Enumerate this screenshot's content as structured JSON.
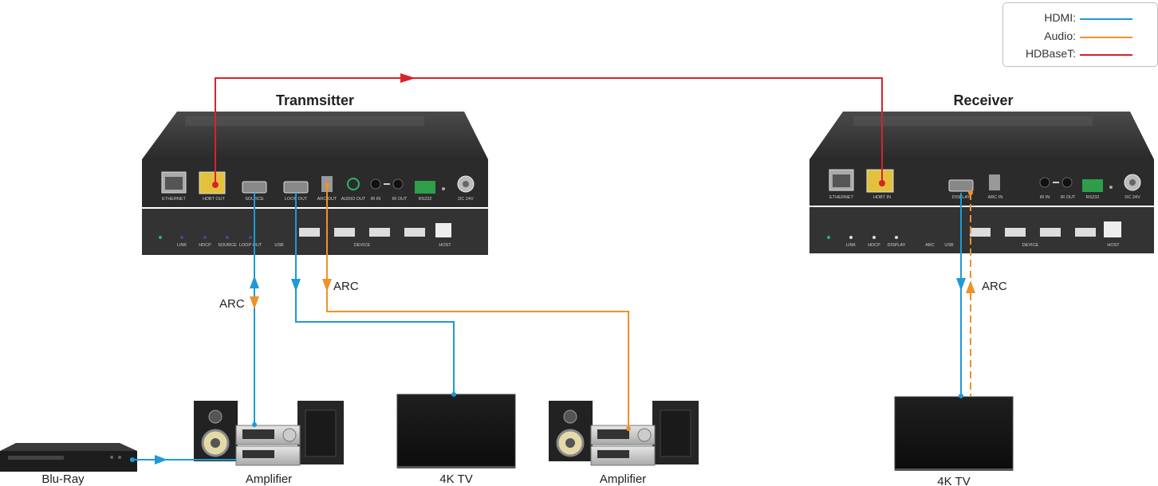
{
  "legend": {
    "hdmi": "HDMI:",
    "audio": "Audio:",
    "hdbaset": "HDBaseT:"
  },
  "colors": {
    "hdmi": "#1e9ad6",
    "audio": "#f0912a",
    "hdbaset": "#d7232a"
  },
  "titles": {
    "transmitter": "Tranmsitter",
    "receiver": "Receiver"
  },
  "tx_ports": {
    "ethernet": "ETHERNET",
    "hdbt_out": "HDBT OUT",
    "source": "SOURCE",
    "loop_out": "LOOP OUT",
    "arc_out": "ARC OUT",
    "audio_out": "AUDIO OUT",
    "ir_in": "IR IN",
    "ir_out": "IR OUT",
    "rs232": "RS232",
    "dc": "DC 24V",
    "link": "LINK",
    "hdcp": "HDCP",
    "usb": "USB",
    "device": "DEVICE",
    "host": "HOST"
  },
  "rx_ports": {
    "ethernet": "ETHERNET",
    "hdbt_in": "HDBT IN",
    "display": "DISPLAY",
    "arc_in": "ARC IN",
    "ir_in": "IR IN",
    "ir_out": "IR OUT",
    "rs232": "RS232",
    "dc": "DC 24V",
    "link": "LINK",
    "hdcp": "HDCP",
    "display2": "DISPLAY",
    "arc": "ARC",
    "usb": "USB",
    "device": "DEVICE",
    "host": "HOST"
  },
  "arc_labels": {
    "tx_source": "ARC",
    "tx_arc_out": "ARC",
    "rx": "ARC"
  },
  "devices": {
    "bluray": "Blu-Ray",
    "amp1": "Amplifier",
    "tv1": "4K TV",
    "amp2": "Amplifier",
    "tv2": "4K TV"
  }
}
